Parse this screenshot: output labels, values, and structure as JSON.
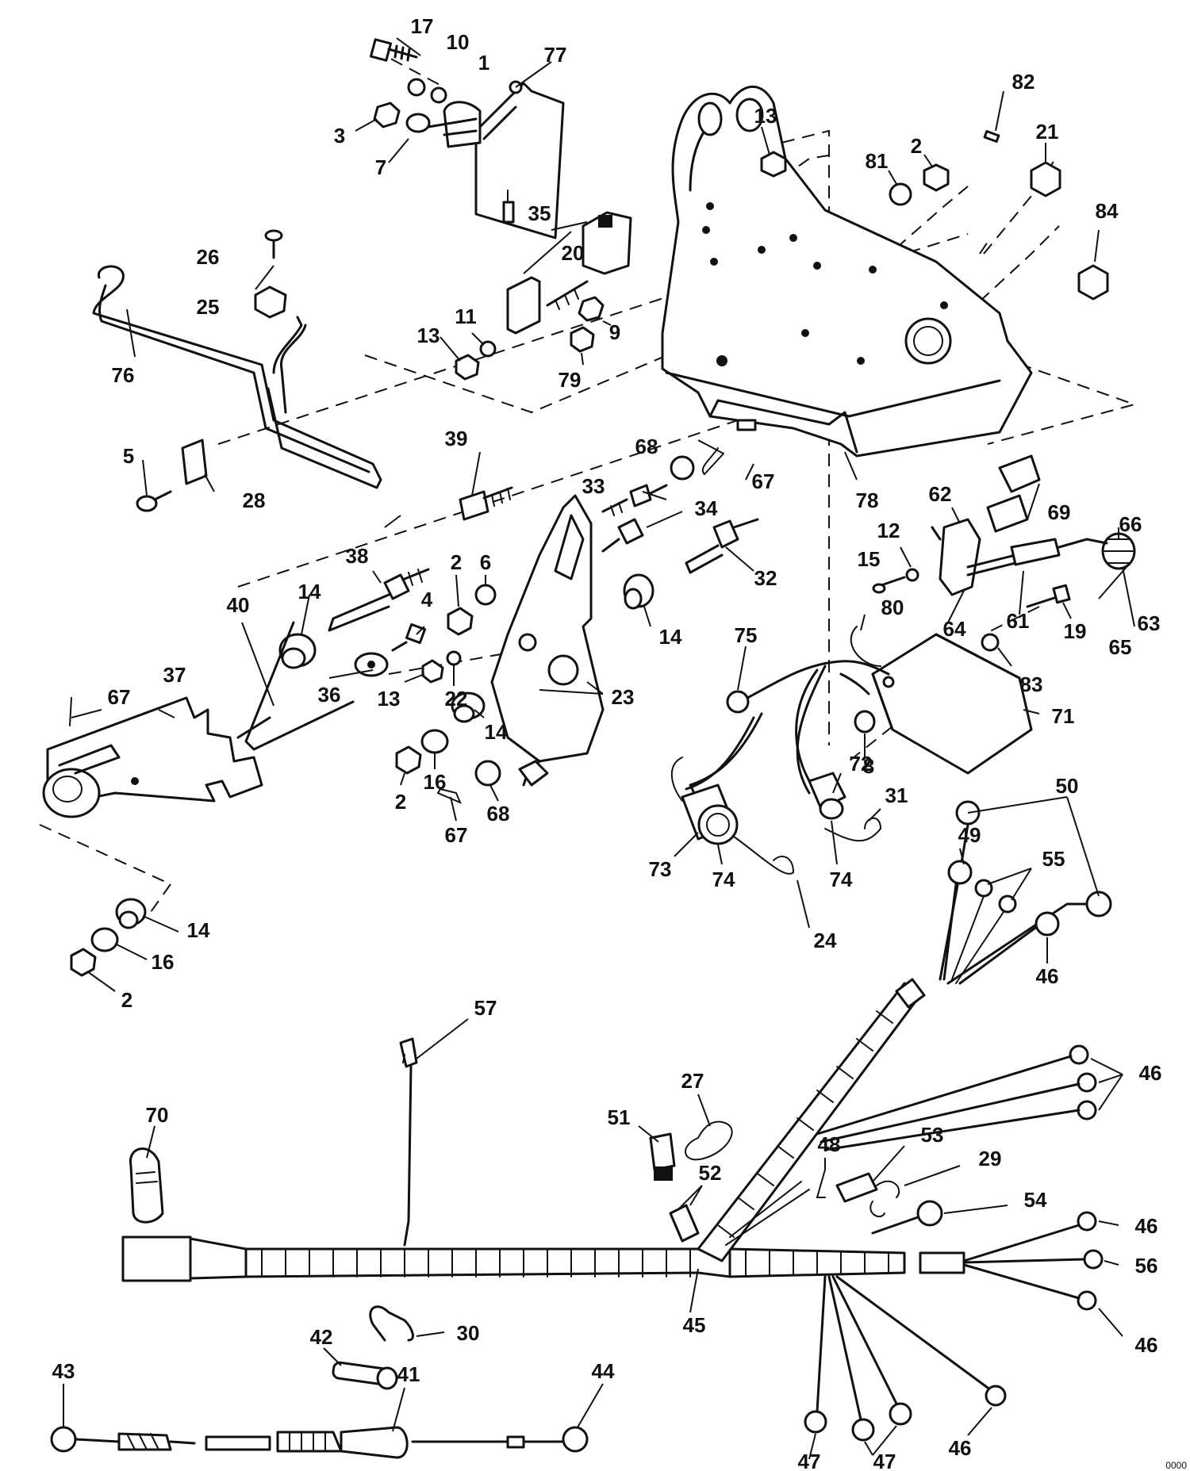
{
  "drawing_code": "0000",
  "callouts": [
    {
      "id": "c17",
      "text": "17"
    },
    {
      "id": "c10",
      "text": "10"
    },
    {
      "id": "c1",
      "text": "1"
    },
    {
      "id": "c77",
      "text": "77"
    },
    {
      "id": "c3",
      "text": "3"
    },
    {
      "id": "c7",
      "text": "7"
    },
    {
      "id": "c13a",
      "text": "13"
    },
    {
      "id": "c82",
      "text": "82"
    },
    {
      "id": "c2a",
      "text": "2"
    },
    {
      "id": "c21",
      "text": "21"
    },
    {
      "id": "c81",
      "text": "81"
    },
    {
      "id": "c84",
      "text": "84"
    },
    {
      "id": "c35",
      "text": "35"
    },
    {
      "id": "c20",
      "text": "20"
    },
    {
      "id": "c26",
      "text": "26"
    },
    {
      "id": "c25",
      "text": "25"
    },
    {
      "id": "c11",
      "text": "11"
    },
    {
      "id": "c13b",
      "text": "13"
    },
    {
      "id": "c9",
      "text": "9"
    },
    {
      "id": "c79",
      "text": "79"
    },
    {
      "id": "c76",
      "text": "76"
    },
    {
      "id": "c39",
      "text": "39"
    },
    {
      "id": "c68a",
      "text": "68"
    },
    {
      "id": "c67a",
      "text": "67"
    },
    {
      "id": "c78",
      "text": "78"
    },
    {
      "id": "c5",
      "text": "5"
    },
    {
      "id": "c28",
      "text": "28"
    },
    {
      "id": "c33",
      "text": "33"
    },
    {
      "id": "c34",
      "text": "34"
    },
    {
      "id": "c62",
      "text": "62"
    },
    {
      "id": "c69",
      "text": "69"
    },
    {
      "id": "c12",
      "text": "12"
    },
    {
      "id": "c66",
      "text": "66"
    },
    {
      "id": "c38",
      "text": "38"
    },
    {
      "id": "c2b",
      "text": "2"
    },
    {
      "id": "c6",
      "text": "6"
    },
    {
      "id": "c32",
      "text": "32"
    },
    {
      "id": "c15",
      "text": "15"
    },
    {
      "id": "c40",
      "text": "40"
    },
    {
      "id": "c14a",
      "text": "14"
    },
    {
      "id": "c4",
      "text": "4"
    },
    {
      "id": "c14b",
      "text": "14"
    },
    {
      "id": "c80",
      "text": "80"
    },
    {
      "id": "c64",
      "text": "64"
    },
    {
      "id": "c61",
      "text": "61"
    },
    {
      "id": "c63",
      "text": "63"
    },
    {
      "id": "c19",
      "text": "19"
    },
    {
      "id": "c65",
      "text": "65"
    },
    {
      "id": "c75",
      "text": "75"
    },
    {
      "id": "c83",
      "text": "83"
    },
    {
      "id": "c37",
      "text": "37"
    },
    {
      "id": "c67b",
      "text": "67"
    },
    {
      "id": "c36",
      "text": "36"
    },
    {
      "id": "c13c",
      "text": "13"
    },
    {
      "id": "c22",
      "text": "22"
    },
    {
      "id": "c23",
      "text": "23"
    },
    {
      "id": "c71",
      "text": "71"
    },
    {
      "id": "c14c",
      "text": "14"
    },
    {
      "id": "c8",
      "text": "8"
    },
    {
      "id": "c72",
      "text": "72"
    },
    {
      "id": "c16a",
      "text": "16"
    },
    {
      "id": "c2c",
      "text": "2"
    },
    {
      "id": "c68b",
      "text": "68"
    },
    {
      "id": "c31",
      "text": "31"
    },
    {
      "id": "c50",
      "text": "50"
    },
    {
      "id": "c67c",
      "text": "67"
    },
    {
      "id": "c73",
      "text": "73"
    },
    {
      "id": "c74a",
      "text": "74"
    },
    {
      "id": "c74b",
      "text": "74"
    },
    {
      "id": "c49",
      "text": "49"
    },
    {
      "id": "c55",
      "text": "55"
    },
    {
      "id": "c14d",
      "text": "14"
    },
    {
      "id": "c24",
      "text": "24"
    },
    {
      "id": "c16b",
      "text": "16"
    },
    {
      "id": "c46a",
      "text": "46"
    },
    {
      "id": "c2d",
      "text": "2"
    },
    {
      "id": "c57",
      "text": "57"
    },
    {
      "id": "c27",
      "text": "27"
    },
    {
      "id": "c46b",
      "text": "46"
    },
    {
      "id": "c70",
      "text": "70"
    },
    {
      "id": "c51",
      "text": "51"
    },
    {
      "id": "c48",
      "text": "48"
    },
    {
      "id": "c53",
      "text": "53"
    },
    {
      "id": "c29",
      "text": "29"
    },
    {
      "id": "c52",
      "text": "52"
    },
    {
      "id": "c54",
      "text": "54"
    },
    {
      "id": "c46c",
      "text": "46"
    },
    {
      "id": "c56",
      "text": "56"
    },
    {
      "id": "c45",
      "text": "45"
    },
    {
      "id": "c42",
      "text": "42"
    },
    {
      "id": "c30",
      "text": "30"
    },
    {
      "id": "c46d",
      "text": "46"
    },
    {
      "id": "c43",
      "text": "43"
    },
    {
      "id": "c41",
      "text": "41"
    },
    {
      "id": "c44",
      "text": "44"
    },
    {
      "id": "c47a",
      "text": "47"
    },
    {
      "id": "c46e",
      "text": "46"
    },
    {
      "id": "c47b",
      "text": "47"
    }
  ]
}
